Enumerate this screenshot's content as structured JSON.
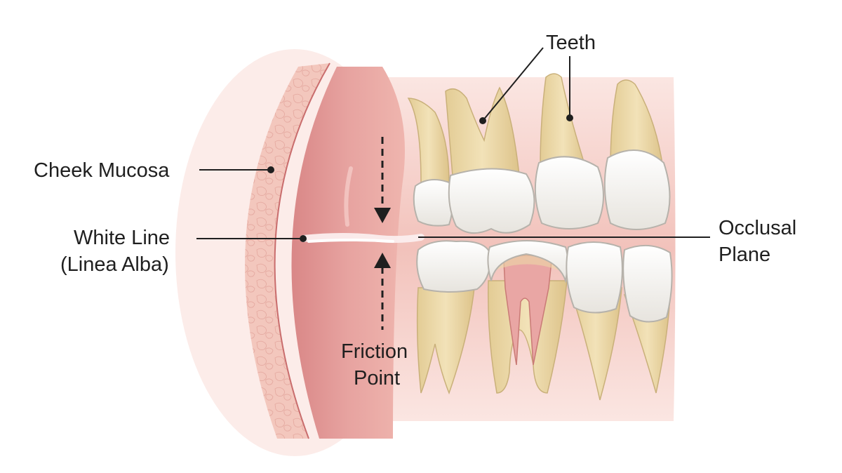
{
  "labels": {
    "teeth": "Teeth",
    "cheek_mucosa": "Cheek Mucosa",
    "white_line_1": "White Line",
    "white_line_2": "(Linea Alba)",
    "occlusal_1": "Occlusal",
    "occlusal_2": "Plane",
    "friction_1": "Friction",
    "friction_2": "Point"
  },
  "colors": {
    "background": "#ffffff",
    "cheek_tissue": "#f2c6bf",
    "inner_mucosa": "#e29a98",
    "gum": "#f3c9c3",
    "tooth_root": "#ecd9a8",
    "tooth_crown": "#f7f6f3",
    "pulp": "#e8a4a4",
    "line": "#1f1f1f"
  }
}
